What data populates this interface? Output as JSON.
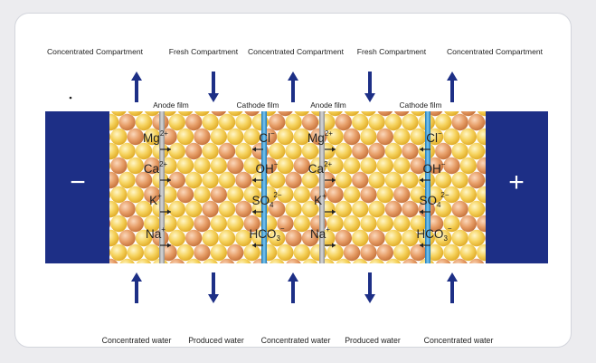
{
  "top_labels": [
    "Concentrated Compartment",
    "Fresh Compartment",
    "Concentrated Compartment",
    "Fresh Compartment",
    "Concentrated Compartment"
  ],
  "bottom_labels": [
    "Concentrated water",
    "Produced water",
    "Concentrated water",
    "Produced water",
    "Concentrated water"
  ],
  "membranes": [
    {
      "label": "Anode film",
      "kind": "anode"
    },
    {
      "label": "Cathode film",
      "kind": "cathode"
    },
    {
      "label": "Anode film",
      "kind": "anode"
    },
    {
      "label": "Cathode film",
      "kind": "cathode"
    }
  ],
  "cations": [
    {
      "base": "Mg",
      "sup": "2+"
    },
    {
      "base": "Ca",
      "sup": "2+"
    },
    {
      "base": "K",
      "sup": "+"
    },
    {
      "base": "Na",
      "sup": "+"
    }
  ],
  "anions": [
    {
      "base": "Cl",
      "sup": "−",
      "sub": ""
    },
    {
      "base": "OH",
      "sup": "−",
      "sub": ""
    },
    {
      "base": "SO",
      "sup": "2−",
      "sub": "4"
    },
    {
      "base": "HCO",
      "sup": "−",
      "sub": "3"
    }
  ],
  "electrodes": {
    "negative": "−",
    "positive": "+"
  },
  "colors": {
    "electrode": "#1d2f86",
    "arrow": "#1d2f86",
    "anode_membrane": "#b2b2b2",
    "cathode_membrane": "#2f9ad8",
    "bead_yellow": "#f4cd55",
    "bead_orange": "#e39a62",
    "background": "#ffffff"
  },
  "flow": {
    "compartments": [
      "concentrated",
      "fresh",
      "concentrated",
      "fresh",
      "concentrated"
    ],
    "top_arrow_direction": [
      "up",
      "down",
      "up",
      "down",
      "up"
    ],
    "bottom_arrow_direction": [
      "up",
      "down",
      "up",
      "down",
      "up"
    ]
  }
}
